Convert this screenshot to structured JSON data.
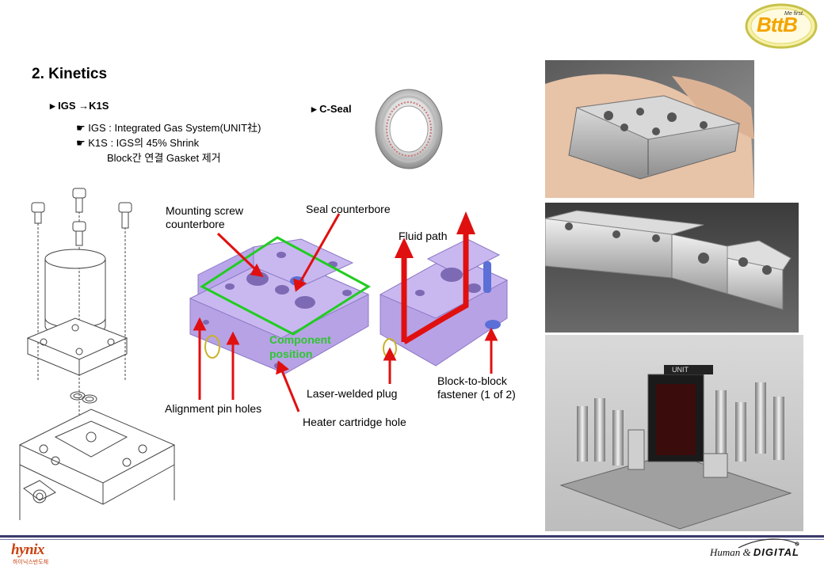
{
  "logo": {
    "main": "BttB",
    "tagline": "Me first."
  },
  "heading": "2. Kinetics",
  "bullet_igs": "▸ IGS →K1S",
  "bullet_cseal": "▸ C-Seal",
  "notes": [
    "☛ IGS : Integrated Gas System(UNIT社)",
    "☛ K1S : IGS의 45% Shrink",
    "Block간 연결 Gasket 제거"
  ],
  "diagram_labels": {
    "mounting_screw": [
      "Mounting screw",
      "counterbore"
    ],
    "seal_counterbore": "Seal counterbore",
    "fluid_path": "Fluid path",
    "component_position": [
      "Component",
      "position"
    ],
    "alignment_pin": "Alignment pin holes",
    "laser_plug": "Laser-welded plug",
    "heater_hole": "Heater cartridge hole",
    "block_fastener": [
      "Block-to-block",
      "fastener (1 of 2)"
    ]
  },
  "footer": {
    "hynix": "hynix",
    "hynix_sub": "하이닉스반도체",
    "human": "Human",
    "amp": "&",
    "digital": "DIGITAL"
  },
  "colors": {
    "accent_red": "#e01010",
    "accent_green": "#22cc22",
    "block_purple": "#b7a2e6",
    "footer_bar": "#3a3a6a",
    "hynix": "#c8410f"
  }
}
